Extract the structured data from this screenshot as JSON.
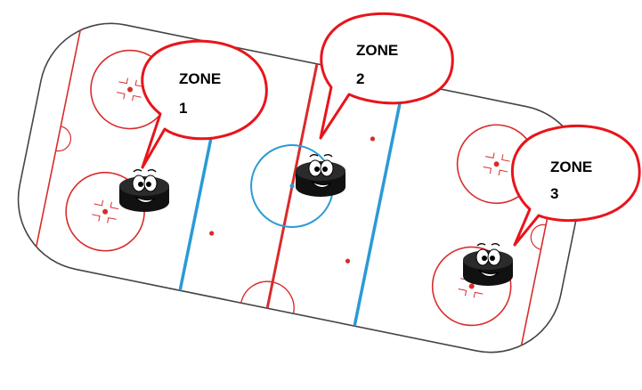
{
  "zones": [
    {
      "line1": "ZONE",
      "line2": "1"
    },
    {
      "line1": "ZONE",
      "line2": "2"
    },
    {
      "line1": "ZONE",
      "line2": "3"
    }
  ],
  "colors": {
    "rink_border": "#444444",
    "red_line": "#d92b2b",
    "blue_line": "#2a9ad6",
    "bubble_outline": "#e8141b",
    "puck": "#1a1a1a"
  },
  "icons": [
    "hockey-rink",
    "speech-bubble",
    "puck-mascot"
  ]
}
